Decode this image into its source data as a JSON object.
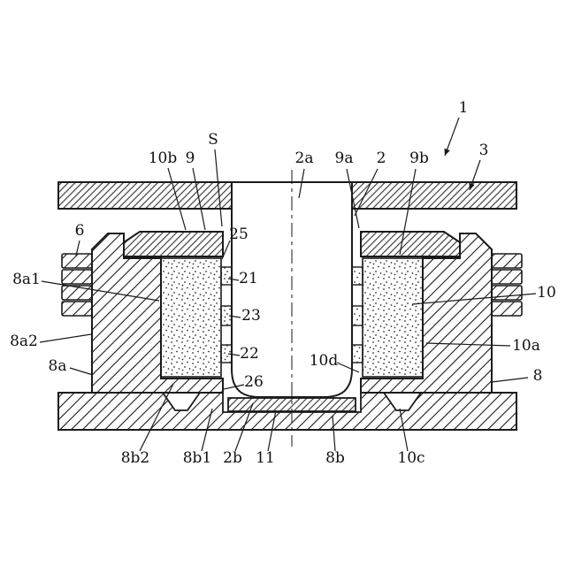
{
  "figure": {
    "kind": "patent cross-section drawing",
    "colors": {
      "line": "#1a1a1a",
      "paper": "#ffffff"
    },
    "labels": {
      "n1": "1",
      "n2": "2",
      "n2a": "2a",
      "n2b": "2b",
      "n3": "3",
      "n6": "6",
      "n8": "8",
      "n8a": "8a",
      "n8a1": "8a1",
      "n8a2": "8a2",
      "n8b": "8b",
      "n8b1": "8b1",
      "n8b2": "8b2",
      "n9": "9",
      "n9a": "9a",
      "n9b": "9b",
      "n10": "10",
      "n10a": "10a",
      "n10b": "10b",
      "n10c": "10c",
      "n10d": "10d",
      "n11": "11",
      "n21": "21",
      "n22": "22",
      "n23": "23",
      "n25": "25",
      "n26": "26",
      "nS": "S"
    }
  }
}
